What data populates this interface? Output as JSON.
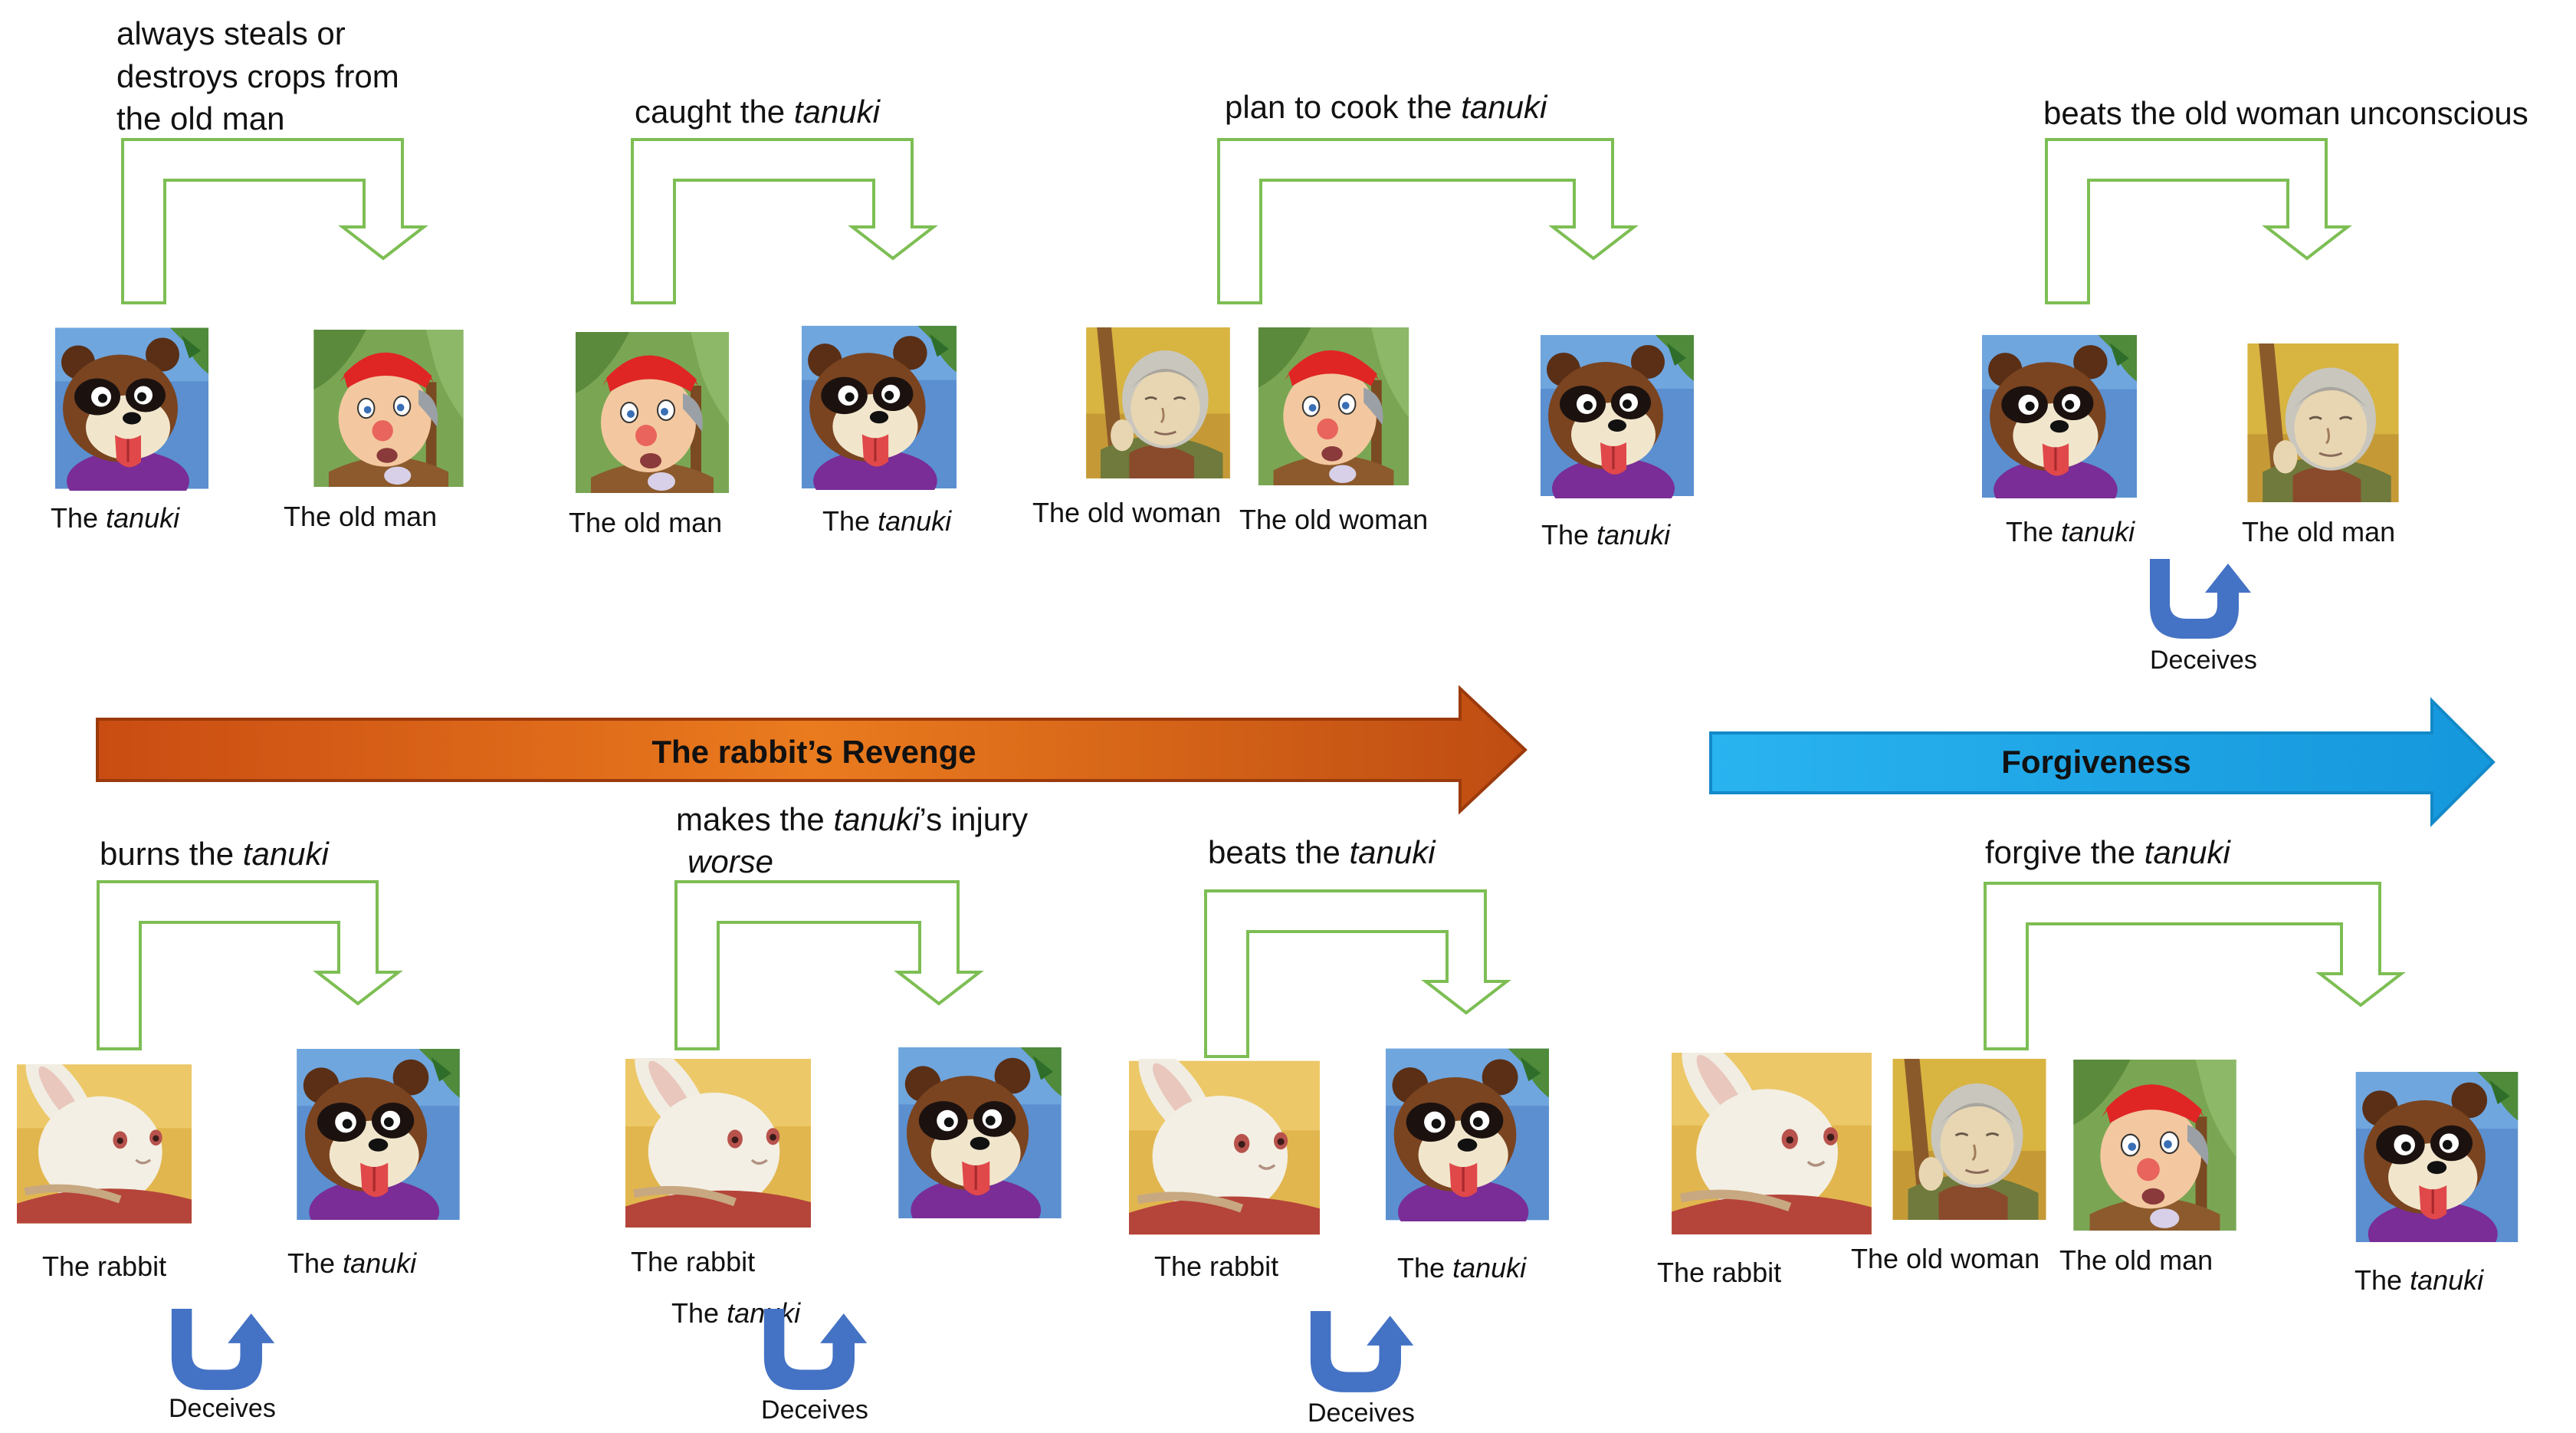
{
  "colors": {
    "bracket": "#7dbe54",
    "deceive_arrow": "#4472c4",
    "revenge_band": "#d95d14",
    "forgiveness_band": "#1ea7e8"
  },
  "bands": {
    "revenge": "The rabbit’s Revenge",
    "forgiveness": "Forgiveness"
  },
  "captions": {
    "c1a": "always steals or",
    "c1b": "destroys crops from",
    "c1c": "the old man",
    "c2_pre": "caught the ",
    "c2_it": "tanuki",
    "c3_pre": "plan to cook the ",
    "c3_it": "tanuki",
    "c4": "beats the old woman unconscious",
    "c5_pre": "burns the ",
    "c5_it": "tanuki",
    "c6a_pre": "makes the ",
    "c6a_it": "tanuki",
    "c6a_post": "’s injury",
    "c6b_it": "worse",
    "c7_pre": "beats the ",
    "c7_it": "tanuki",
    "c8_pre": "forgive the ",
    "c8_it": "tanuki"
  },
  "labels": {
    "the": "The",
    "tanuki": "tanuki",
    "old_man": "The old man",
    "old_woman": "The old woman",
    "rabbit": "The rabbit",
    "deceives": "Deceives"
  },
  "icons": {
    "tanuki": "tanuki-portrait-icon",
    "old_man": "old-man-portrait-icon",
    "old_woman": "old-woman-portrait-icon",
    "rabbit": "rabbit-portrait-icon",
    "deceive": "u-turn-arrow-icon"
  }
}
